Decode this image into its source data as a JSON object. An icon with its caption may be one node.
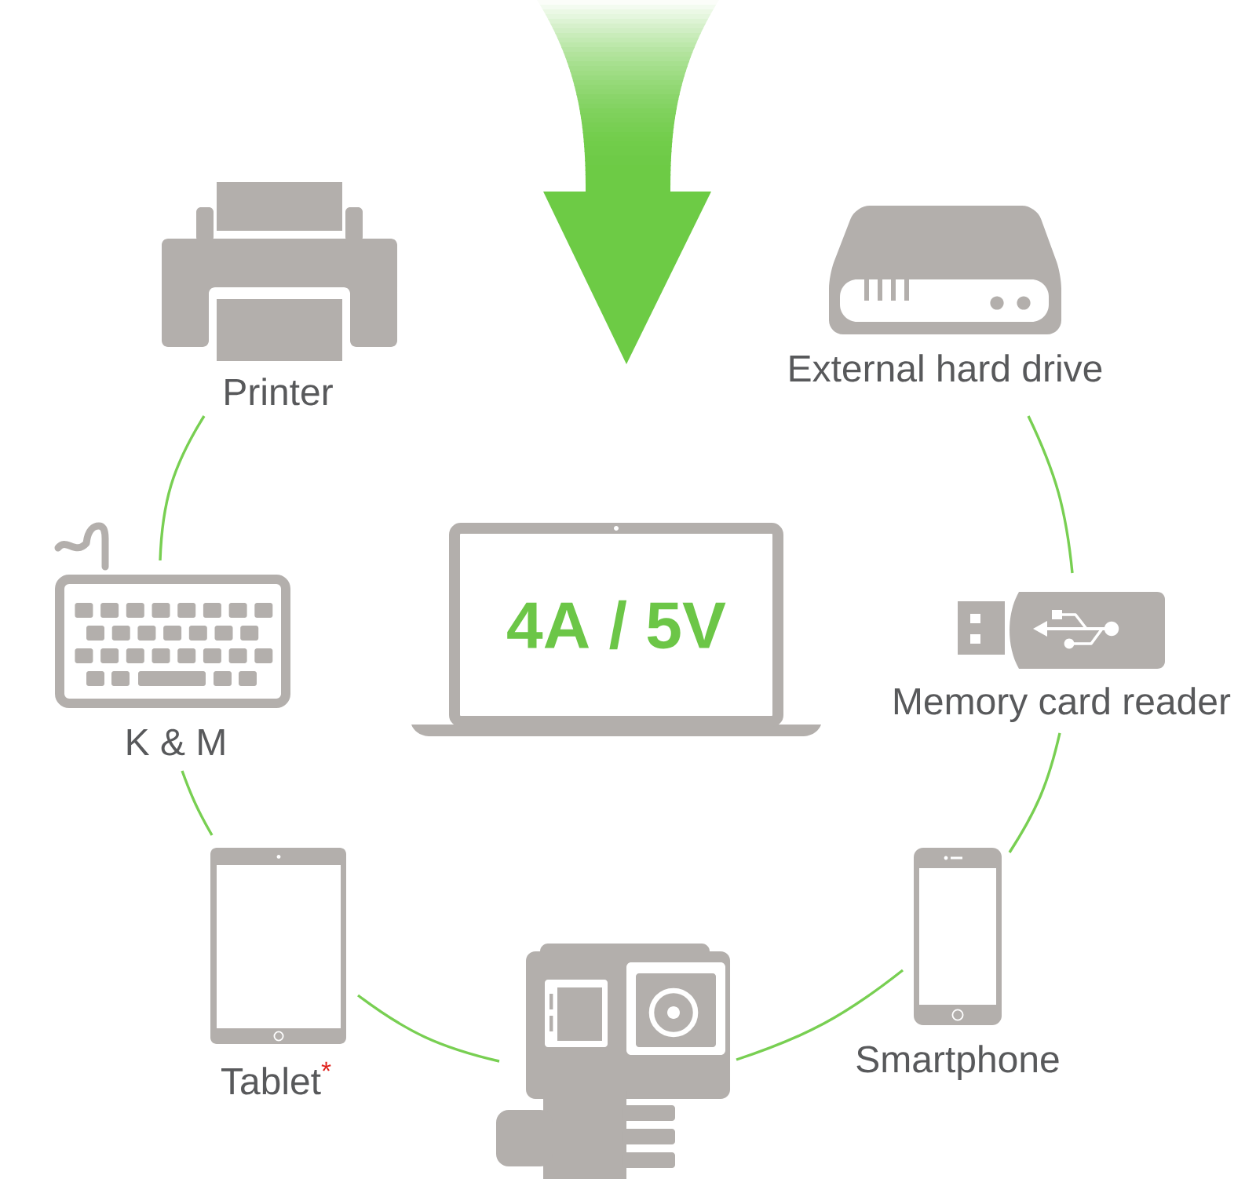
{
  "diagram": {
    "nodes": [
      {
        "text": [
          "Printer"
        ]
      },
      {
        "text": [
          "External hard drive"
        ]
      },
      {
        "text": [
          "K & M"
        ]
      },
      {
        "text": [
          "4A / 5V"
        ]
      },
      {
        "text": [
          "Memory card reader"
        ]
      },
      {
        "text": [
          "Tablet$^{*}$"
        ]
      },
      {
        "text": [],
        "shape": "picture"
      },
      {
        "text": [
          "Smartphone"
        ]
      }
    ],
    "edges": [
      {
        "from": 0,
        "to": 2,
        "arrow": "none"
      },
      {
        "from": 2,
        "to": 5,
        "arrow": "none"
      },
      {
        "from": 5,
        "to": 6,
        "arrow": "none"
      },
      {
        "from": 6,
        "to": 7,
        "arrow": "none"
      },
      {
        "from": 7,
        "to": 4,
        "arrow": "none"
      },
      {
        "from": 4,
        "to": 1,
        "arrow": "none"
      }
    ]
  }
}
